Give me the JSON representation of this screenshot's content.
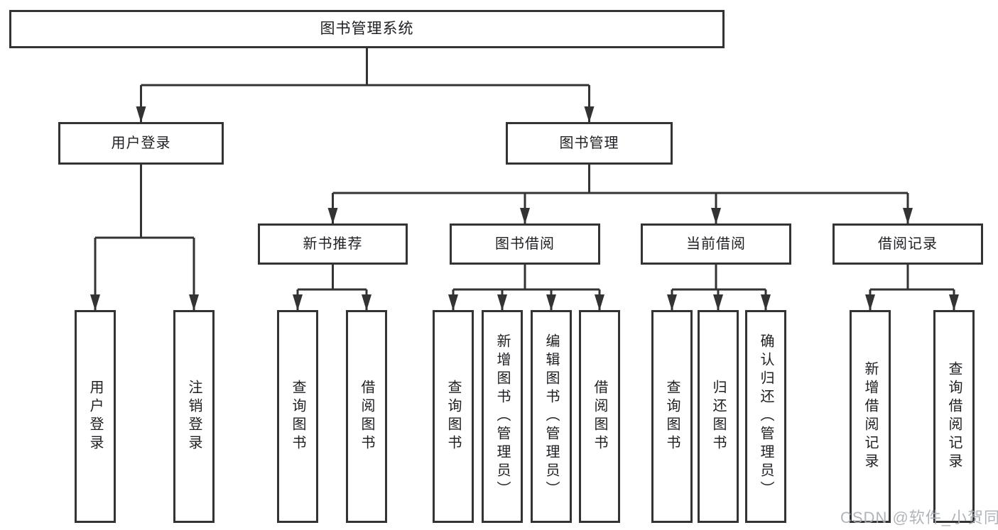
{
  "diagram": {
    "root": {
      "label": "图书管理系统"
    },
    "branches": [
      {
        "label": "用户登录",
        "children": [
          "用户登录",
          "注销登录"
        ]
      },
      {
        "label": "图书管理",
        "groups": [
          {
            "label": "新书推荐",
            "children": [
              "查询图书",
              "借阅图书"
            ]
          },
          {
            "label": "图书借阅",
            "children": [
              "查询图书",
              "新增图书（管理员）",
              "编辑图书（管理员）",
              "借阅图书"
            ]
          },
          {
            "label": "当前借阅",
            "children": [
              "查询图书",
              "归还图书",
              "确认归还（管理员）"
            ]
          },
          {
            "label": "借阅记录",
            "children": [
              "新增借阅记录",
              "查询借阅记录"
            ]
          }
        ]
      }
    ]
  },
  "watermark": {
    "text": "CSDN @软件_小贺同学"
  },
  "colors": {
    "line": "#333333",
    "text": "#1f1f23",
    "watermark": "#a9adb3",
    "background": "#ffffff"
  }
}
